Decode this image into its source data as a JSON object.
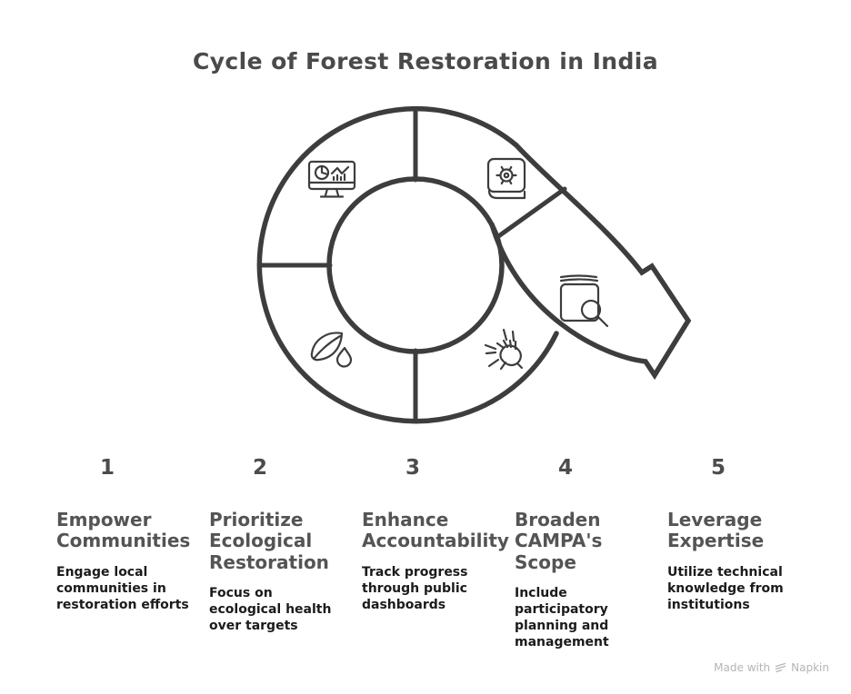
{
  "title": "Cycle of Forest Restoration in India",
  "colors": {
    "background": "#ffffff",
    "diagram_stroke": "#3d3d3d",
    "title_text": "#4a4a4a",
    "step_heading_text": "#545454",
    "step_body_text": "#1b1b1b",
    "watermark_text": "#b5b5b5"
  },
  "diagram": {
    "type": "cycle-with-exit-arrow",
    "segment_count": 5,
    "icons": [
      "dashboard-monitor-icon",
      "gear-book-icon",
      "search-book-icon",
      "hands-together-icon",
      "leaf-drop-icon"
    ]
  },
  "steps": [
    {
      "number": "1",
      "title": "Empower Communities",
      "description": "Engage local communities in restoration efforts"
    },
    {
      "number": "2",
      "title": "Prioritize Ecological Restoration",
      "description": "Focus on ecological health over targets"
    },
    {
      "number": "3",
      "title": "Enhance Accountability",
      "description": "Track progress through public dashboards"
    },
    {
      "number": "4",
      "title": "Broaden CAMPA's Scope",
      "description": "Include participatory planning and management"
    },
    {
      "number": "5",
      "title": "Leverage Expertise",
      "description": "Utilize technical knowledge from institutions"
    }
  ],
  "watermark": {
    "prefix": "Made with",
    "brand": "Napkin"
  }
}
